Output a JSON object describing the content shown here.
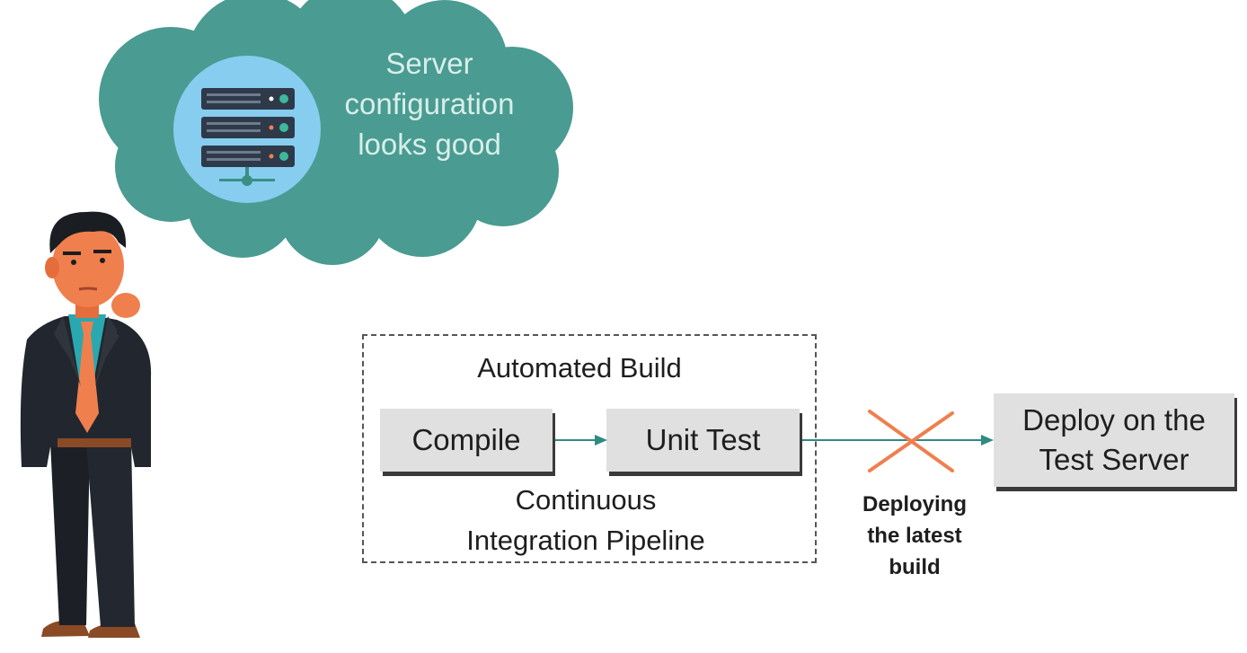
{
  "thought_bubble": {
    "lines": [
      "Server",
      "configuration",
      "looks good"
    ],
    "icon": "server-rack-icon",
    "cloud_color": "#4a9b91",
    "icon_background": "#87cdf0"
  },
  "person": {
    "icon": "thinking-person-illustration"
  },
  "pipeline": {
    "title": "Automated Build",
    "subtitle_lines": [
      "Continuous",
      "Integration Pipeline"
    ],
    "steps": [
      {
        "label": "Compile"
      },
      {
        "label": "Unit Test"
      }
    ],
    "border_style": "dashed"
  },
  "blocked_edge": {
    "caption_lines": [
      "Deploying",
      "the latest",
      "build"
    ],
    "cross_color": "#f07f4e",
    "arrow_color": "#2e8b83"
  },
  "target": {
    "label_lines": [
      "Deploy on the",
      "Test Server"
    ]
  }
}
